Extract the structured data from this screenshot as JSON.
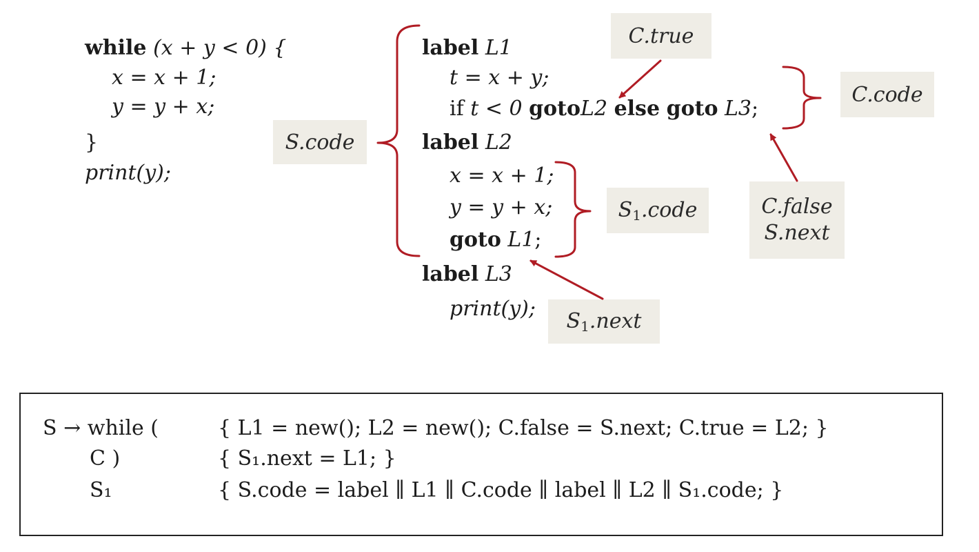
{
  "source_code": {
    "line1_kw": "while",
    "line1_rest": "(x + y < 0) {",
    "line2": "x = x + 1;",
    "line3": "y = y + x;",
    "line4": "}",
    "line5": "print(y);"
  },
  "three_address_code": {
    "label_kw": "label",
    "goto_kw": "goto",
    "else_kw": "else",
    "if_kw": "if",
    "l1": "L1",
    "l2": "L2",
    "l3": "L3",
    "t_assign": "t = x + y;",
    "if_cond": "t < 0",
    "x_assign": "x = x + 1;",
    "y_assign": "y = y + x;",
    "semi": ";",
    "print": "print(y);"
  },
  "annotations": {
    "c_true": "C.true",
    "c_code": "C.code",
    "s_code": "S.code",
    "s1_code_base": "S",
    "s1_code_sub": "1",
    "s1_code_rest": ".code",
    "c_false": "C.false",
    "s_next": "S.next",
    "s1_next_base": "S",
    "s1_next_sub": "1",
    "s1_next_rest": ".next"
  },
  "semantic_rule": {
    "row1_left": "S → while (",
    "row1_right": "{ L1 = new(); L2 = new(); C.false = S.next; C.true = L2; }",
    "row2_left": "C )",
    "row2_right": "{ S₁.next = L1; }",
    "row3_left": "S₁",
    "row3_right": "{ S.code = label ∥ L1 ∥ C.code ∥ label ∥ L2 ∥ S₁.code; }"
  },
  "colors": {
    "bracket_red": "#b01c24",
    "tag_bg": "#efede6"
  }
}
